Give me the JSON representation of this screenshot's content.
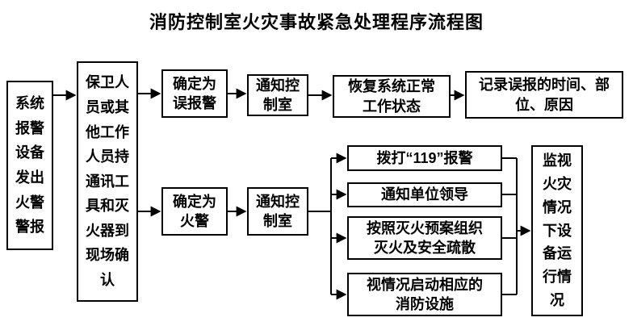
{
  "title": "消防控制室火灾事故紧急处理程序流程图",
  "nodes": {
    "system_alarm": "系统\n报警\n设备\n发出\n火警\n警报",
    "confirm_on_site": "保卫人\n员或其\n他工作\n人员持\n通讯工\n具和灭\n火器到\n现场确\n认",
    "false_alarm": "确定为\n误报警",
    "notify_control_room_top": "通知控\n制室",
    "restore_system": "恢复系统正常\n工作状态",
    "record_false_alarm": "记录误报的时间、部\n位、原因",
    "fire_alarm": "确定为\n火警",
    "notify_control_room_bottom": "通知控\n制室",
    "call_119": "拨打“119”报警",
    "notify_leaders": "通知单位领导",
    "organize_firefighting": "按照灭火预案组织\n灭火及安全疏散",
    "activate_facilities": "视情况启动相应的\n消防设施",
    "monitor_equipment": "监视\n火灾\n情况\n下设\n备运\n行情\n况"
  },
  "colors": {
    "line": "#000000",
    "background": "#ffffff",
    "text": "#000000"
  }
}
